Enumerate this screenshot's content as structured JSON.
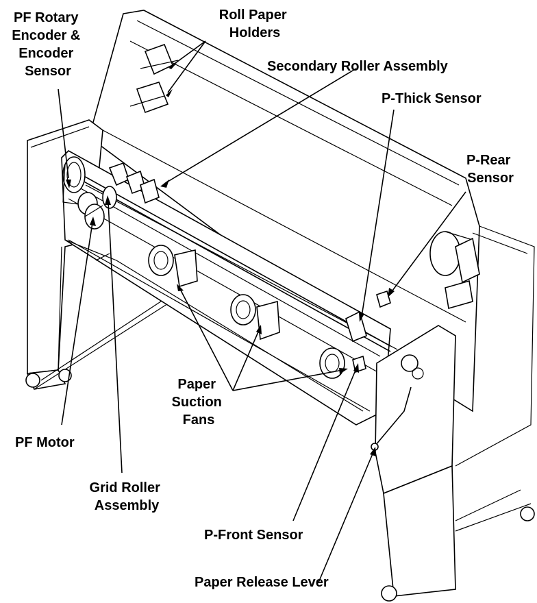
{
  "labels": {
    "pf_rotary": [
      "PF Rotary",
      "Encoder &",
      "Encoder",
      "Sensor"
    ],
    "roll_paper": [
      "Roll Paper",
      "Holders"
    ],
    "secondary_roller": "Secondary Roller Assembly",
    "p_thick": "P-Thick Sensor",
    "p_rear": [
      "P-Rear",
      "Sensor"
    ],
    "paper_suction": [
      "Paper",
      "Suction",
      "Fans"
    ],
    "pf_motor": "PF Motor",
    "grid_roller": [
      "Grid Roller",
      "Assembly"
    ],
    "p_front": "P-Front Sensor",
    "paper_release": "Paper Release Lever"
  }
}
